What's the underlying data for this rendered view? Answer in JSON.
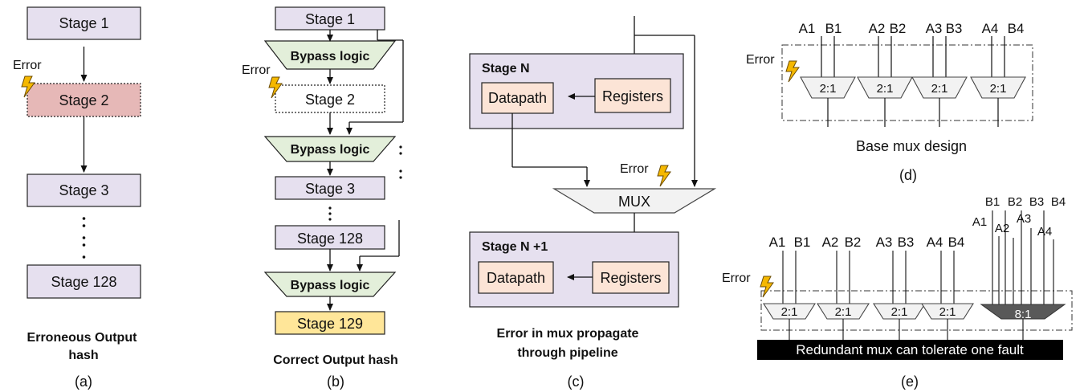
{
  "panel_a": {
    "stages": [
      "Stage 1",
      "Stage 2",
      "Stage 3",
      "Stage 128"
    ],
    "error": "Error",
    "output_line1": "Erroneous Output",
    "output_line2": "hash",
    "caption": "(a)"
  },
  "panel_b": {
    "stages": [
      "Stage 1",
      "Stage 2",
      "Stage 3",
      "Stage 128",
      "Stage 129"
    ],
    "bypass": [
      "Bypass logic",
      "Bypass logic",
      "Bypass logic"
    ],
    "error": "Error",
    "output": "Correct Output hash",
    "caption": "(b)"
  },
  "panel_c": {
    "stage_n": "Stage N",
    "stage_n1": "Stage N +1",
    "datapath": "Datapath",
    "registers": "Registers",
    "mux": "MUX",
    "error": "Error",
    "note_line1": "Error in mux propagate",
    "note_line2": "through pipeline",
    "caption": "(c)"
  },
  "panel_d": {
    "inputs": [
      "A1",
      "B1",
      "A2",
      "B2",
      "A3",
      "B3",
      "A4",
      "B4"
    ],
    "mux_label": "2:1",
    "error": "Error",
    "title": "Base mux design",
    "caption": "(d)"
  },
  "panel_e": {
    "inputs": [
      "A1",
      "B1",
      "A2",
      "B2",
      "A3",
      "B3",
      "A4",
      "B4"
    ],
    "redundant_inputs": [
      "B1",
      "B2",
      "B3",
      "B4",
      "A1",
      "A2",
      "A3",
      "A4"
    ],
    "mux_label": "2:1",
    "big_mux_label": "8:1",
    "error": "Error",
    "banner": "Redundant mux can tolerate one fault",
    "caption": "(e)"
  },
  "colors": {
    "stage_fill": "#E6E0EF",
    "error_stage_fill": "#E6B8B7",
    "bypass_fill": "#E3EFDA",
    "final_stage_fill": "#FFE699",
    "inner_fill": "#FCE4D6",
    "mux_fill": "#F2F2F2",
    "dark_mux_fill": "#595959",
    "banner_fill": "#000000",
    "bolt_fill": "#F5B800"
  }
}
